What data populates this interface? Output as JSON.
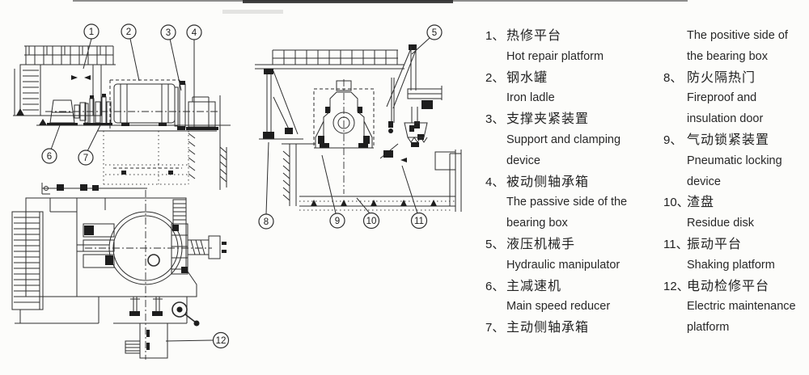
{
  "legend": {
    "col1": [
      {
        "num": "1、",
        "zh": "热修平台",
        "en": [
          "Hot repair platform"
        ]
      },
      {
        "num": "2、",
        "zh": "钢水罐",
        "en": [
          "Iron ladle"
        ]
      },
      {
        "num": "3、",
        "zh": "支撑夹紧装置",
        "en": [
          "Support and clamping",
          "device"
        ]
      },
      {
        "num": "4、",
        "zh": "被动侧轴承箱",
        "en": [
          "The passive side of the",
          "bearing box"
        ]
      },
      {
        "num": "5、",
        "zh": "液压机械手",
        "en": [
          "Hydraulic manipulator"
        ]
      },
      {
        "num": "6、",
        "zh": "主减速机",
        "en": [
          "Main speed reducer"
        ]
      },
      {
        "num": "7、",
        "zh": "主动侧轴承箱",
        "en": []
      }
    ],
    "col2": [
      {
        "num": "",
        "zh": "",
        "en": [
          "The positive side of",
          "the bearing box"
        ]
      },
      {
        "num": "8、",
        "zh": "防火隔热门",
        "en": [
          "Fireproof and",
          "insulation door"
        ]
      },
      {
        "num": "9、",
        "zh": "气动锁紧装置",
        "en": [
          "Pneumatic locking",
          "device"
        ]
      },
      {
        "num": "10、",
        "zh": "渣盘",
        "en": [
          "Residue disk"
        ]
      },
      {
        "num": "11、",
        "zh": "振动平台",
        "en": [
          "Shaking platform"
        ]
      },
      {
        "num": "12、",
        "zh": "电动检修平台",
        "en": [
          "Electric maintenance",
          "platform"
        ]
      }
    ]
  },
  "callouts": {
    "n1": "1",
    "n2": "2",
    "n3": "3",
    "n4": "4",
    "n5": "5",
    "n6": "6",
    "n7": "7",
    "n8": "8",
    "n9": "9",
    "n10": "10",
    "n11": "11",
    "n12": "12"
  }
}
